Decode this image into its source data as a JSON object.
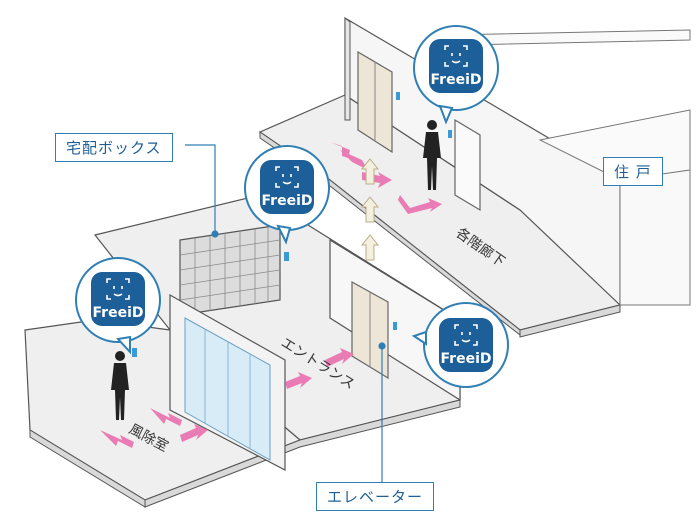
{
  "labels": {
    "delivery_box": "宅配ボックス",
    "residence": "住 戸",
    "elevator": "エレベーター",
    "windbreak_room": "風除室",
    "entrance": "エントランス",
    "corridor": "各階廊下"
  },
  "badges": [
    {
      "text": "FreeiD",
      "icon": "face-id-icon"
    },
    {
      "text": "FreeiD",
      "icon": "face-id-icon"
    },
    {
      "text": "FreeiD",
      "icon": "face-id-icon"
    },
    {
      "text": "FreeiD",
      "icon": "face-id-icon"
    }
  ],
  "colors": {
    "accent": "#2f7fb5",
    "badge_fill": "#1d5f99",
    "arrow": "#e97cb4",
    "floor": "#eeeeee",
    "wall": "#f7f7f7",
    "stroke": "#555555"
  }
}
